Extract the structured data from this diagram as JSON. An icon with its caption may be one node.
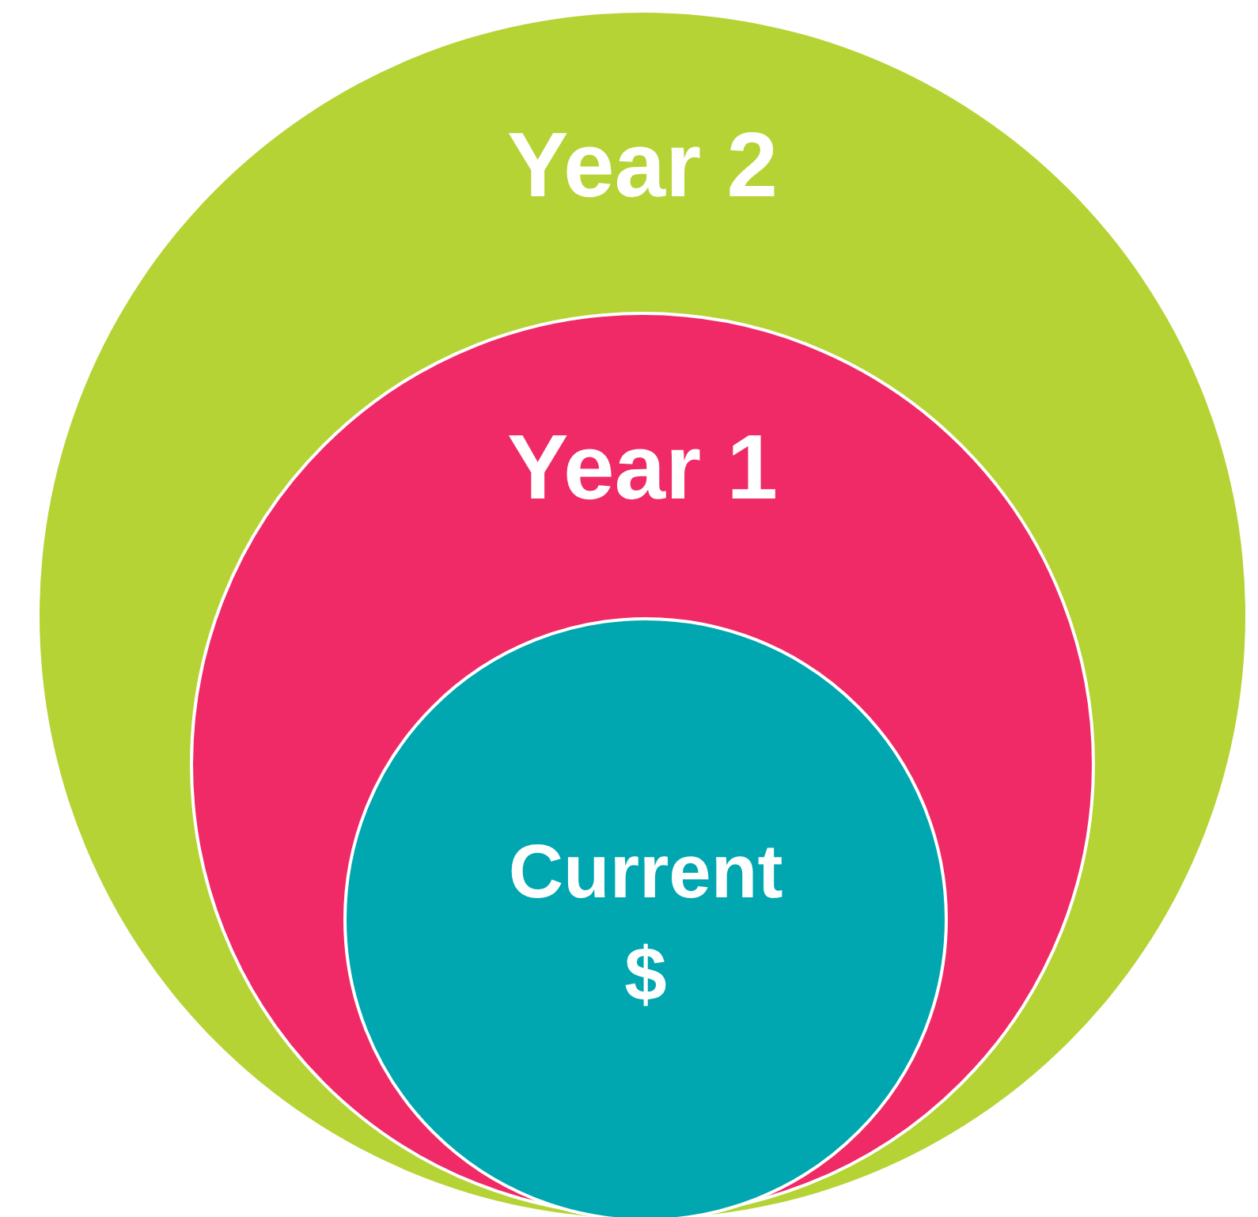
{
  "diagram": {
    "nodes": [
      {
        "text": [
          "Year 2"
        ]
      },
      {
        "text": [
          "Year 1"
        ],
        "in": 0
      },
      {
        "text": [
          "Current $"
        ],
        "in": 1
      }
    ]
  }
}
